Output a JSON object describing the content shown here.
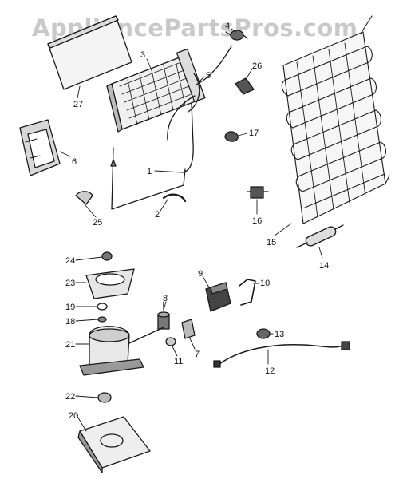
{
  "watermark": "AppliancePartsPros.com",
  "parts": [
    {
      "id": "p27",
      "label": "27"
    },
    {
      "id": "p3",
      "label": "3"
    },
    {
      "id": "p4",
      "label": "4"
    },
    {
      "id": "p5",
      "label": "5"
    },
    {
      "id": "p26",
      "label": "26"
    },
    {
      "id": "p6",
      "label": "6"
    },
    {
      "id": "p1",
      "label": "1"
    },
    {
      "id": "p17",
      "label": "17"
    },
    {
      "id": "p2",
      "label": "2"
    },
    {
      "id": "p25",
      "label": "25"
    },
    {
      "id": "p16",
      "label": "16"
    },
    {
      "id": "p15",
      "label": "15"
    },
    {
      "id": "p14",
      "label": "14"
    },
    {
      "id": "p24",
      "label": "24"
    },
    {
      "id": "p9",
      "label": "9"
    },
    {
      "id": "p10",
      "label": "10"
    },
    {
      "id": "p23",
      "label": "23"
    },
    {
      "id": "p8",
      "label": "8"
    },
    {
      "id": "p19",
      "label": "19"
    },
    {
      "id": "p18",
      "label": "18"
    },
    {
      "id": "p13",
      "label": "13"
    },
    {
      "id": "p21",
      "label": "21"
    },
    {
      "id": "p7",
      "label": "7"
    },
    {
      "id": "p11",
      "label": "11"
    },
    {
      "id": "p12",
      "label": "12"
    },
    {
      "id": "p22",
      "label": "22"
    },
    {
      "id": "p20",
      "label": "20"
    }
  ]
}
